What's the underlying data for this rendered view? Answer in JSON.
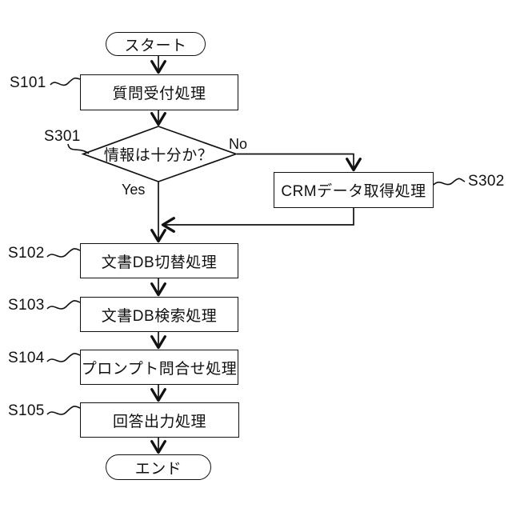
{
  "figure": {
    "type": "flowchart",
    "colors": {
      "stroke": "#111111",
      "background": "#ffffff"
    },
    "nodes": {
      "start": {
        "label": "スタート",
        "shape": "terminal"
      },
      "s101": {
        "step": "S101",
        "label": "質問受付処理",
        "shape": "process"
      },
      "s301": {
        "step": "S301",
        "label": "情報は十分か？",
        "shape": "decision"
      },
      "s302": {
        "step": "S302",
        "label": "CRMデータ取得処理",
        "shape": "process"
      },
      "s102": {
        "step": "S102",
        "label": "文書DB切替処理",
        "shape": "process"
      },
      "s103": {
        "step": "S103",
        "label": "文書DB検索処理",
        "shape": "process"
      },
      "s104": {
        "step": "S104",
        "label": "プロンプト問合せ処理",
        "shape": "process"
      },
      "s105": {
        "step": "S105",
        "label": "回答出力処理",
        "shape": "process"
      },
      "end": {
        "label": "エンド",
        "shape": "terminal"
      }
    },
    "edge_labels": {
      "yes": "Yes",
      "no": "No"
    }
  }
}
